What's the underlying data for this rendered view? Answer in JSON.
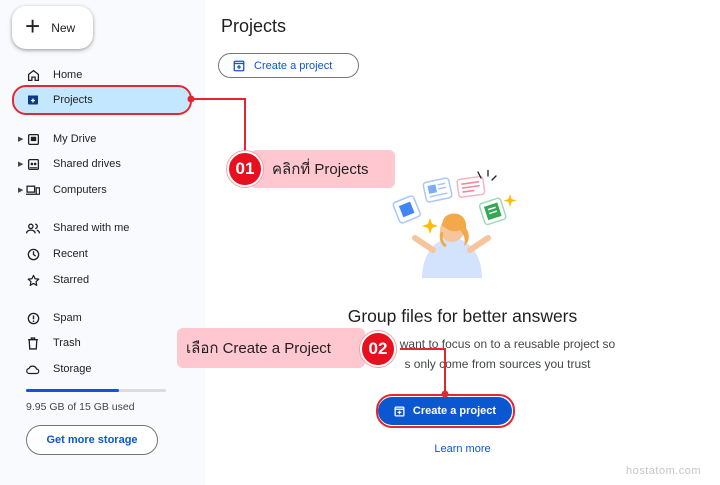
{
  "sidebar": {
    "new_label": "New",
    "items": [
      {
        "label": "Home",
        "icon": "home-icon"
      },
      {
        "label": "Projects",
        "icon": "projects-icon",
        "active": true
      },
      {
        "label": "My Drive",
        "icon": "my-drive-icon"
      },
      {
        "label": "Shared drives",
        "icon": "shared-drives-icon"
      },
      {
        "label": "Computers",
        "icon": "computers-icon"
      },
      {
        "label": "Shared with me",
        "icon": "shared-with-me-icon"
      },
      {
        "label": "Recent",
        "icon": "clock-icon"
      },
      {
        "label": "Starred",
        "icon": "star-icon"
      },
      {
        "label": "Spam",
        "icon": "spam-icon"
      },
      {
        "label": "Trash",
        "icon": "trash-icon"
      },
      {
        "label": "Storage",
        "icon": "cloud-icon"
      }
    ],
    "storage_used_fraction": 0.663,
    "storage_text": "9.95 GB of 15 GB used",
    "get_storage_label": "Get more storage"
  },
  "main": {
    "title": "Projects",
    "create_project_label": "Create a project",
    "headline": "Group files for better answers",
    "subline_1": "want to focus on to a reusable project so",
    "subline_2": "s only come from sources you trust",
    "create_project_main_label": "Create a project",
    "learn_more_label": "Learn more"
  },
  "annotations": {
    "step1_number": "01",
    "step1_text": "คลิกที่ Projects",
    "step2_number": "02",
    "step2_text": "เลือก Create a Project"
  },
  "watermark": "hostatom.com",
  "colors": {
    "accent": "#0b57d0",
    "active_nav": "#c2e7ff",
    "annotation_red": "#e8101e",
    "callout_pink": "#ffc7cf"
  }
}
